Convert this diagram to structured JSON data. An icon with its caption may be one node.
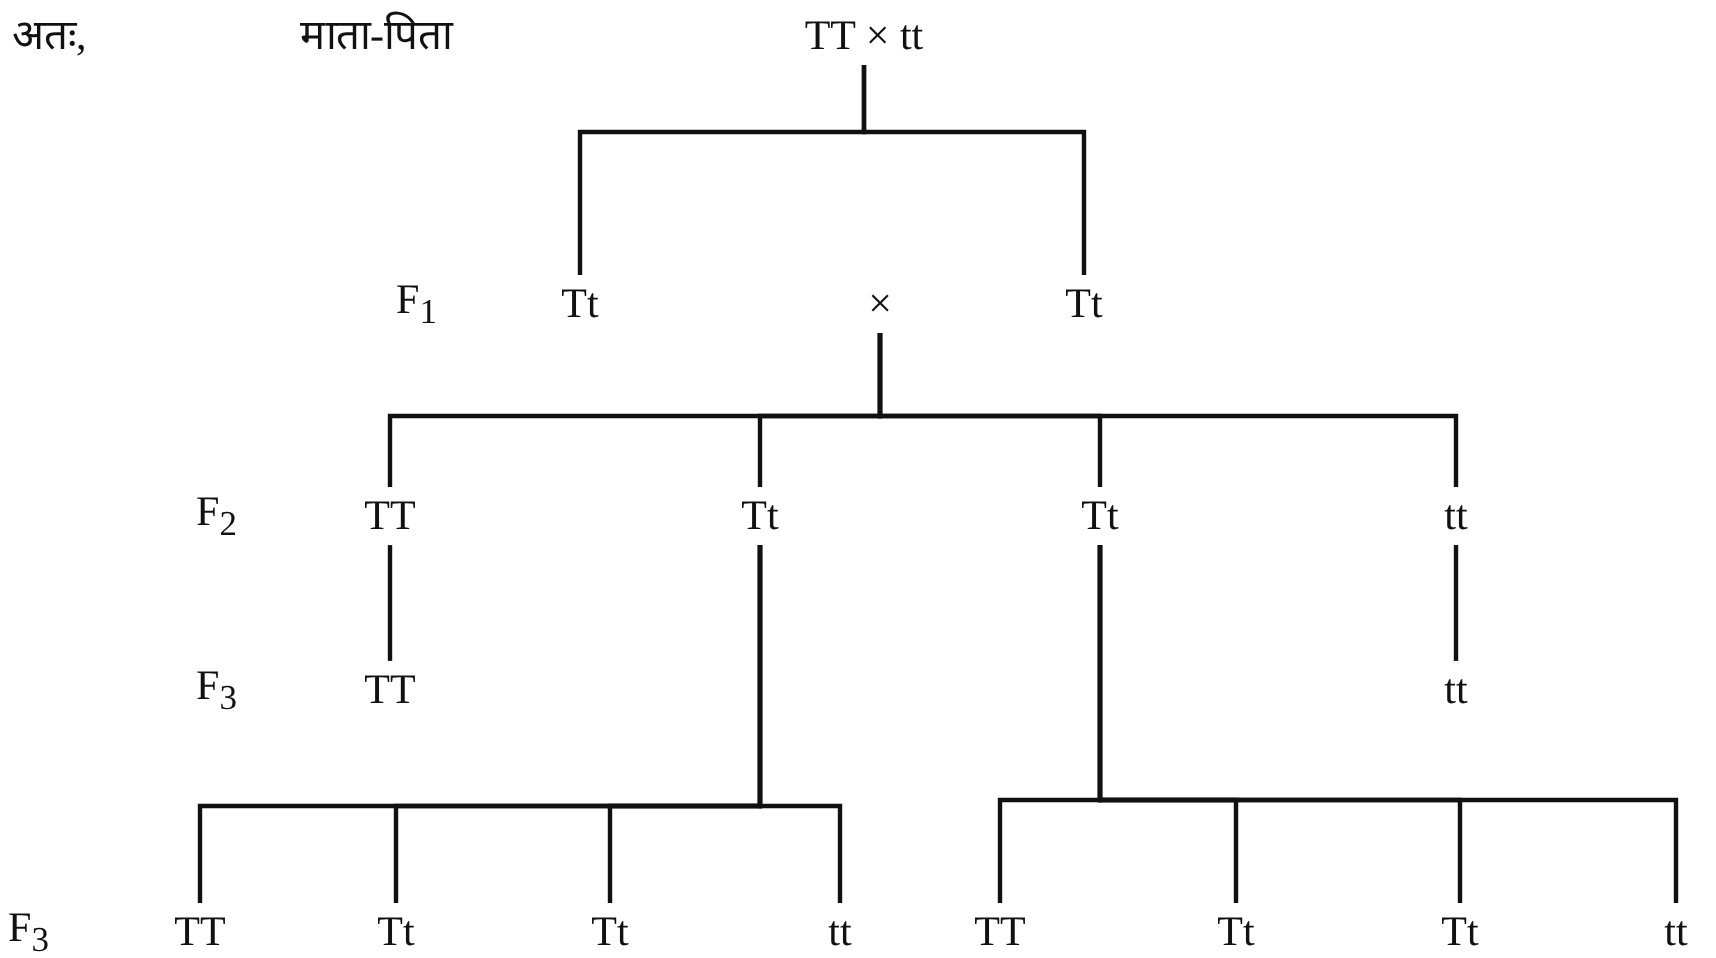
{
  "diagram": {
    "nodes": [
      {
        "text": [
          "TT × tt"
        ]
      },
      {
        "text": [
          "Tt"
        ]
      },
      {
        "text": [
          "×"
        ]
      },
      {
        "text": [
          "Tt"
        ]
      },
      {
        "text": [
          "TT"
        ]
      },
      {
        "text": [
          "Tt"
        ]
      },
      {
        "text": [
          "Tt"
        ]
      },
      {
        "text": [
          "tt"
        ]
      },
      {
        "text": [
          "TT"
        ]
      },
      {
        "text": [
          "tt"
        ]
      },
      {
        "text": [
          "TT"
        ]
      },
      {
        "text": [
          "Tt"
        ]
      },
      {
        "text": [
          "Tt"
        ]
      },
      {
        "text": [
          "tt"
        ]
      },
      {
        "text": [
          "TT"
        ]
      },
      {
        "text": [
          "Tt"
        ]
      },
      {
        "text": [
          "Tt"
        ]
      },
      {
        "text": [
          "tt"
        ]
      }
    ],
    "edges": [
      {
        "from": 0,
        "to": 1,
        "arrow": "none"
      },
      {
        "from": 0,
        "to": 3,
        "arrow": "none"
      },
      {
        "from": 2,
        "to": 4,
        "arrow": "none"
      },
      {
        "from": 2,
        "to": 5,
        "arrow": "none"
      },
      {
        "from": 2,
        "to": 6,
        "arrow": "none"
      },
      {
        "from": 2,
        "to": 7,
        "arrow": "none"
      },
      {
        "from": 4,
        "to": 8,
        "arrow": "none"
      },
      {
        "from": 7,
        "to": 9,
        "arrow": "none"
      },
      {
        "from": 5,
        "to": 10,
        "arrow": "none"
      },
      {
        "from": 5,
        "to": 11,
        "arrow": "none"
      },
      {
        "from": 5,
        "to": 12,
        "arrow": "none"
      },
      {
        "from": 5,
        "to": 13,
        "arrow": "none"
      },
      {
        "from": 6,
        "to": 14,
        "arrow": "none"
      },
      {
        "from": 6,
        "to": 15,
        "arrow": "none"
      },
      {
        "from": 6,
        "to": 16,
        "arrow": "none"
      },
      {
        "from": 6,
        "to": 17,
        "arrow": "none"
      }
    ],
    "labels": [
      "अतः,",
      "माता-पिता",
      "F$_{1}$",
      "F$_{2}$",
      "F$_{3}$",
      "F$_{3}$"
    ]
  }
}
